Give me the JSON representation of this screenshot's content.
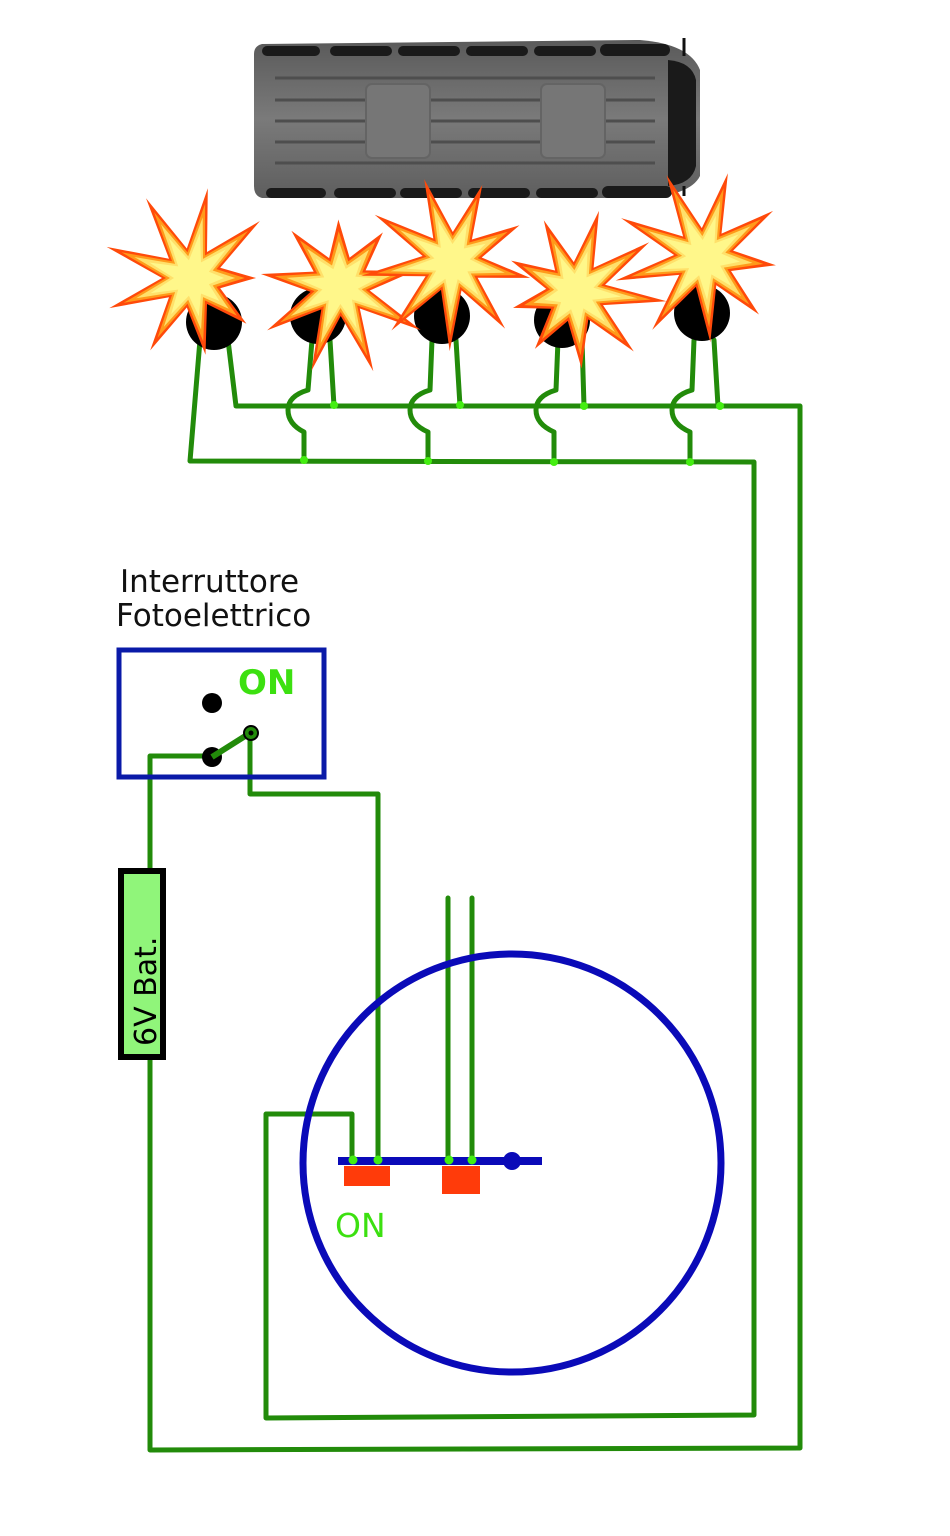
{
  "title": "Schema elettrico luci lampeggianti furgone",
  "colors": {
    "wire": "#228b0a",
    "node": "#44ee11",
    "switch_border": "#0a1aa8",
    "rotor": "#0a0ab8",
    "contact": "#ff3b0a",
    "battery_fill": "#90f57a",
    "on_label": "#3ce010",
    "van_body": "#6e6e6e"
  },
  "van": {
    "label": "van-top-view"
  },
  "lamps": [
    {
      "id": "lamp-1",
      "state": "flash"
    },
    {
      "id": "lamp-2",
      "state": "flash"
    },
    {
      "id": "lamp-3",
      "state": "flash"
    },
    {
      "id": "lamp-4",
      "state": "flash"
    },
    {
      "id": "lamp-5",
      "state": "flash"
    }
  ],
  "photo_switch": {
    "title_line1": "Interruttore",
    "title_line2": "Fotoelettrico",
    "state_label": "ON"
  },
  "battery": {
    "label": "6V  Bat."
  },
  "rotary_switch": {
    "state_label": "ON"
  }
}
